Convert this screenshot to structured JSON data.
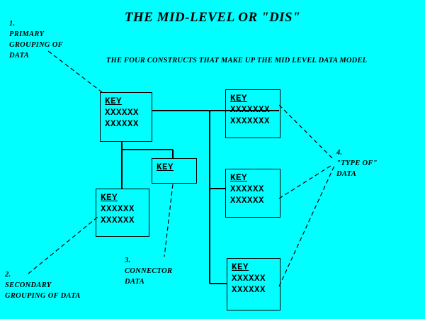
{
  "title": "THE MID-LEVEL OR \"DIS\"",
  "subtitle": "THE FOUR CONSTRUCTS THAT MAKE UP THE MID LEVEL DATA MODEL",
  "notes": {
    "primary": "1.\nPRIMARY\nGROUPING OF\nDATA",
    "secondary": "2.\nSECONDARY\nGROUPING OF DATA",
    "connector": "3.\nCONNECTOR\nDATA",
    "typeof": "4.\n\"TYPE OF\"\nDATA"
  },
  "boxes": {
    "primary": {
      "key": "KEY",
      "lines": [
        "XXXXXX",
        "XXXXXX"
      ]
    },
    "secondary": {
      "key": "KEY",
      "lines": [
        "XXXXXX",
        "XXXXXX"
      ]
    },
    "connector": {
      "key": "KEY"
    },
    "type_a": {
      "key": "KEY",
      "lines": [
        "XXXXXXX",
        "XXXXXXX"
      ]
    },
    "type_b": {
      "key": "KEY",
      "lines": [
        "XXXXXX",
        "XXXXXX"
      ]
    },
    "type_c": {
      "key": "KEY",
      "lines": [
        "XXXXXX",
        "XXXXXX"
      ]
    }
  },
  "colors": {
    "background": "#00FFFF",
    "ink": "#000000"
  }
}
